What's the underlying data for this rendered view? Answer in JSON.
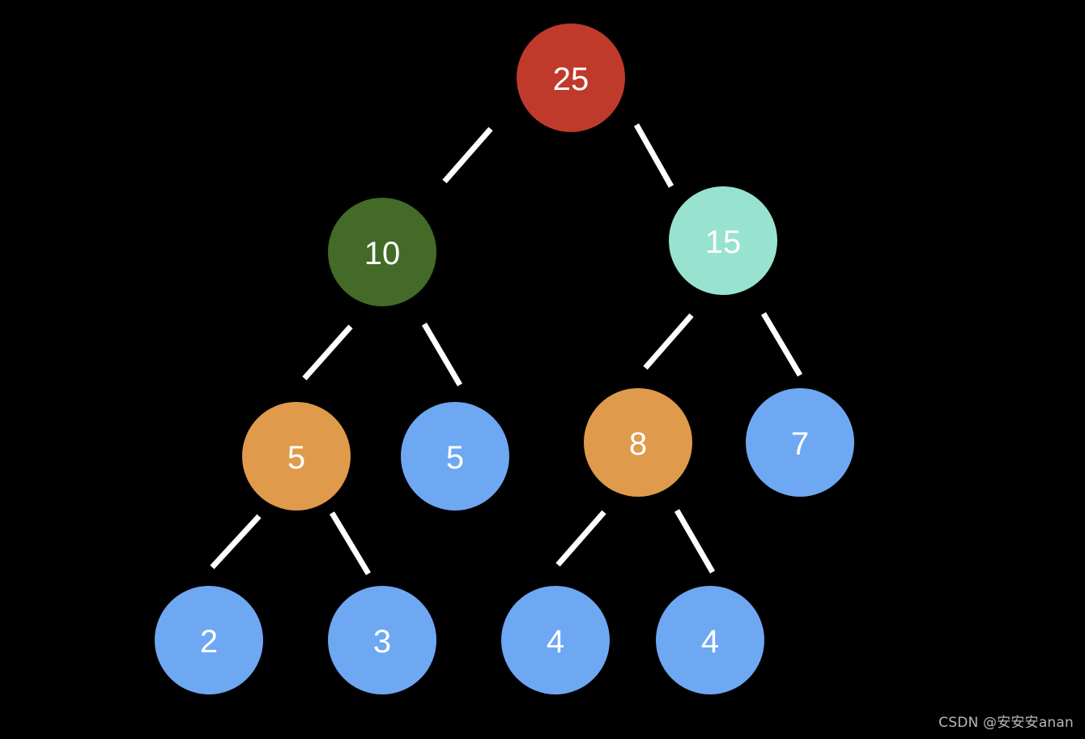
{
  "diagram": {
    "type": "binary-tree",
    "colors": {
      "background": "#000000",
      "edge": "#ffffff",
      "label": "#ffffff",
      "red": "#c03a2b",
      "dark_green": "#436a27",
      "mint": "#98e2d0",
      "orange": "#e09a4b",
      "blue": "#6ea8f2"
    },
    "nodes": [
      {
        "id": "n25",
        "value": "25",
        "color": "red"
      },
      {
        "id": "n10",
        "value": "10",
        "color": "dark_green"
      },
      {
        "id": "n15",
        "value": "15",
        "color": "mint"
      },
      {
        "id": "n5a",
        "value": "5",
        "color": "orange"
      },
      {
        "id": "n5b",
        "value": "5",
        "color": "blue"
      },
      {
        "id": "n8",
        "value": "8",
        "color": "orange"
      },
      {
        "id": "n7",
        "value": "7",
        "color": "blue"
      },
      {
        "id": "n2",
        "value": "2",
        "color": "blue"
      },
      {
        "id": "n3",
        "value": "3",
        "color": "blue"
      },
      {
        "id": "n4a",
        "value": "4",
        "color": "blue"
      },
      {
        "id": "n4b",
        "value": "4",
        "color": "blue"
      }
    ],
    "edges": [
      {
        "from": "n25",
        "to": "n10"
      },
      {
        "from": "n25",
        "to": "n15"
      },
      {
        "from": "n10",
        "to": "n5a"
      },
      {
        "from": "n10",
        "to": "n5b"
      },
      {
        "from": "n15",
        "to": "n8"
      },
      {
        "from": "n15",
        "to": "n7"
      },
      {
        "from": "n5a",
        "to": "n2"
      },
      {
        "from": "n5a",
        "to": "n3"
      },
      {
        "from": "n8",
        "to": "n4a"
      },
      {
        "from": "n8",
        "to": "n4b"
      }
    ]
  },
  "watermark": "CSDN @安安安anan"
}
